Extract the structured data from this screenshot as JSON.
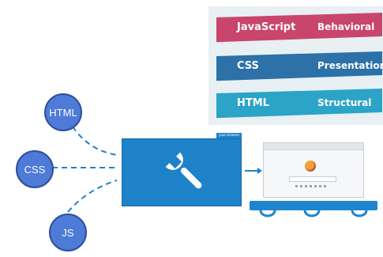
{
  "layers": [
    {
      "left": "JavaScript",
      "right": "Behavioral",
      "color": "#c9456c"
    },
    {
      "left": "CSS",
      "right": "Presentationa",
      "color": "#2c71a8"
    },
    {
      "left": "HTML",
      "right": "Structural",
      "color": "#2ba4c7"
    }
  ],
  "sources": [
    "HTML",
    "CSS",
    "JS"
  ],
  "processor": {
    "tab_label": "your browser",
    "icon": "wrench-icon"
  },
  "colors": {
    "accent": "#1e82c8",
    "bubble": "#4e7ad8"
  }
}
